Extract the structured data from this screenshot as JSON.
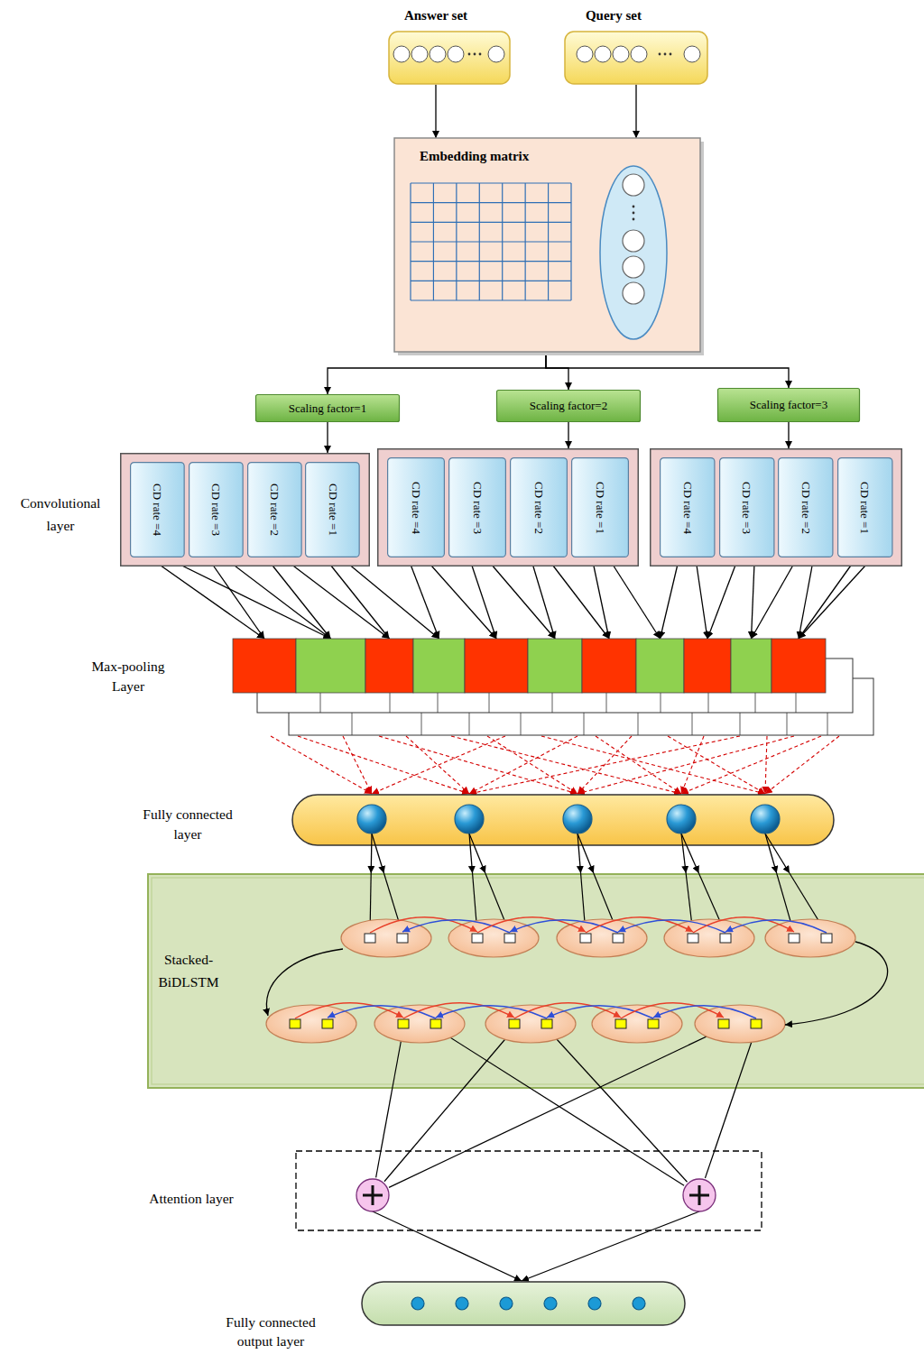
{
  "diagram": {
    "nodes": [
      {
        "text": [
          "Answer set"
        ]
      },
      {
        "text": [
          "Query set"
        ]
      },
      {
        "text": [
          "Embedding matrix"
        ]
      },
      {
        "text": [
          "Scaling factor=1"
        ]
      },
      {
        "text": [
          "Scaling factor=2"
        ]
      },
      {
        "text": [
          "Scaling factor=3"
        ]
      },
      {
        "text": []
      },
      {
        "text": [
          "CD rate =4"
        ],
        "in": 6
      },
      {
        "text": [
          "CD rate =3"
        ],
        "in": 6
      },
      {
        "text": [
          "CD rate =2"
        ],
        "in": 6
      },
      {
        "text": [
          "CD rate =1"
        ],
        "in": 6
      },
      {
        "text": []
      },
      {
        "text": [
          "CD rate =4"
        ],
        "in": 11
      },
      {
        "text": [
          "CD rate =3"
        ],
        "in": 11
      },
      {
        "text": [
          "CD rate =2"
        ],
        "in": 11
      },
      {
        "text": [
          "CD rate =1"
        ],
        "in": 11
      },
      {
        "text": []
      },
      {
        "text": [
          "CD rate =4"
        ],
        "in": 16
      },
      {
        "text": [
          "CD rate =3"
        ],
        "in": 16
      },
      {
        "text": [
          "CD rate =2"
        ],
        "in": 16
      },
      {
        "text": [
          "CD rate =1"
        ],
        "in": 16
      },
      {
        "text": [
          "Max-pooling Layer"
        ]
      },
      {
        "text": [
          "Fully connected layer"
        ]
      },
      {
        "text": [
          "Stacked-BiDLSTM"
        ]
      },
      {
        "text": [
          "Attention layer"
        ]
      },
      {
        "text": [
          "Fully connected output layer"
        ]
      }
    ],
    "edges": [
      {
        "from": 0,
        "to": 2,
        "arrow": "to"
      },
      {
        "from": 1,
        "to": 2,
        "arrow": "to"
      },
      {
        "from": 2,
        "to": 3,
        "arrow": "to"
      },
      {
        "from": 2,
        "to": 4,
        "arrow": "to"
      },
      {
        "from": 2,
        "to": 5,
        "arrow": "to"
      },
      {
        "from": 3,
        "to": 6,
        "arrow": "to"
      },
      {
        "from": 4,
        "to": 11,
        "arrow": "to"
      },
      {
        "from": 5,
        "to": 16,
        "arrow": "to"
      },
      {
        "from": 7,
        "to": 21,
        "arrow": "to"
      },
      {
        "from": 8,
        "to": 21,
        "arrow": "to"
      },
      {
        "from": 9,
        "to": 21,
        "arrow": "to"
      },
      {
        "from": 10,
        "to": 21,
        "arrow": "to"
      },
      {
        "from": 12,
        "to": 21,
        "arrow": "to"
      },
      {
        "from": 13,
        "to": 21,
        "arrow": "to"
      },
      {
        "from": 14,
        "to": 21,
        "arrow": "to"
      },
      {
        "from": 15,
        "to": 21,
        "arrow": "to"
      },
      {
        "from": 17,
        "to": 21,
        "arrow": "to"
      },
      {
        "from": 18,
        "to": 21,
        "arrow": "to"
      },
      {
        "from": 19,
        "to": 21,
        "arrow": "to"
      },
      {
        "from": 20,
        "to": 21,
        "arrow": "to"
      },
      {
        "from": 21,
        "to": 22,
        "arrow": "to"
      },
      {
        "from": 22,
        "to": 23,
        "arrow": "to"
      },
      {
        "from": 23,
        "to": 24,
        "arrow": "none"
      },
      {
        "from": 24,
        "to": 25,
        "arrow": "to"
      }
    ],
    "labels": [
      "Convolutional layer"
    ]
  }
}
